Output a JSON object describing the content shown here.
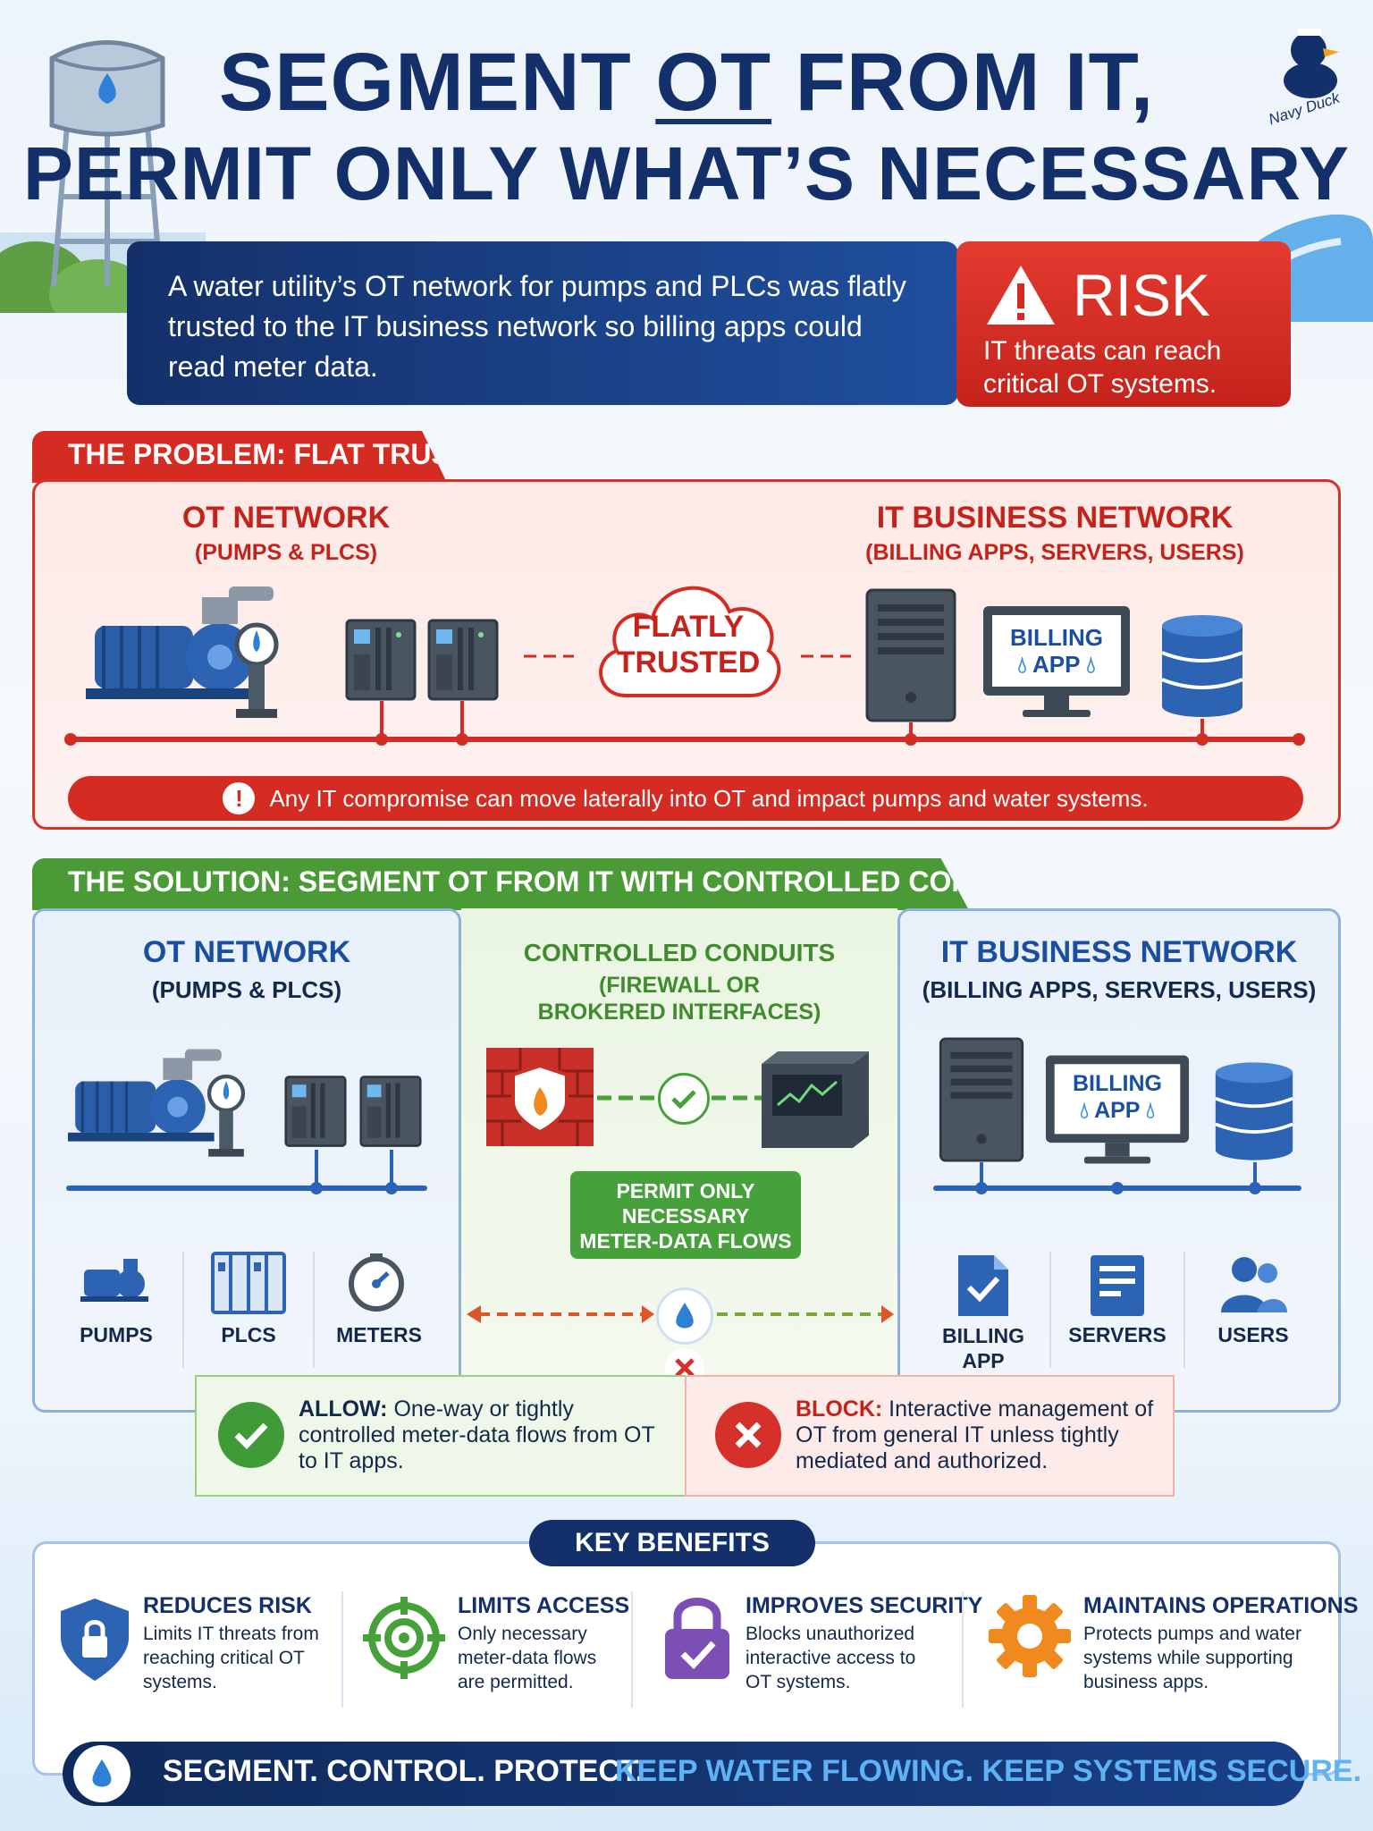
{
  "title": {
    "line1_a": "SEGMENT ",
    "line1_ot": "OT",
    "line1_b": " FROM IT,",
    "line2": "PERMIT ONLY WHAT’S NECESSARY"
  },
  "logo": {
    "text": "Navy Duck"
  },
  "intro": {
    "text": "A water utility’s OT network for pumps and PLCs was flatly trusted to the IT business network so billing apps could read meter data."
  },
  "risk": {
    "title": "RISK",
    "text": "IT threats can reach critical OT systems."
  },
  "problem": {
    "tab": "THE PROBLEM: FLAT TRUST",
    "ot_title": "OT NETWORK",
    "ot_sub": "(PUMPS & PLCS)",
    "it_title": "IT BUSINESS NETWORK",
    "it_sub": "(BILLING APPS, SERVERS, USERS)",
    "cloud_line1": "FLATLY",
    "cloud_line2": "TRUSTED",
    "billing_line1": "BILLING",
    "billing_line2": "APP",
    "warning": "Any IT compromise can move laterally into OT and impact pumps and water systems."
  },
  "solution": {
    "tab": "THE SOLUTION: SEGMENT OT FROM IT WITH CONTROLLED CONDUITS",
    "ot_title": "OT NETWORK",
    "ot_sub": "(PUMPS & PLCS)",
    "conduit_title": "CONTROLLED CONDUITS",
    "conduit_sub1": "(FIREWALL OR",
    "conduit_sub2": "BROKERED INTERFACES)",
    "it_title": "IT BUSINESS NETWORK",
    "it_sub": "(BILLING APPS, SERVERS, USERS)",
    "permit_line1": "PERMIT ONLY",
    "permit_line2": "NECESSARY",
    "permit_line3": "METER-DATA FLOWS",
    "billing_line1": "BILLING",
    "billing_line2": "APP",
    "ot_items": [
      "PUMPS",
      "PLCS",
      "METERS"
    ],
    "it_items": [
      "BILLING APP",
      "SERVERS",
      "USERS"
    ],
    "allow_label": "ALLOW:",
    "allow_text": " One-way or tightly controlled meter-data flows from OT to IT apps.",
    "block_label": "BLOCK:",
    "block_text": " Interactive management of OT from general IT unless tightly mediated and authorized."
  },
  "benefits": {
    "pill": "KEY BENEFITS",
    "items": [
      {
        "title": "REDUCES RISK",
        "text": "Limits IT threats from reaching critical OT systems."
      },
      {
        "title": "LIMITS ACCESS",
        "text": "Only necessary meter-data flows are permitted."
      },
      {
        "title": "IMPROVES SECURITY",
        "text": "Blocks unauthorized interactive access to OT systems."
      },
      {
        "title": "MAINTAINS OPERATIONS",
        "text": "Protects pumps and water systems while supporting business apps."
      }
    ]
  },
  "footer": {
    "left": "SEGMENT. CONTROL. PROTECT.",
    "right": "KEEP WATER FLOWING. KEEP SYSTEMS SECURE."
  },
  "colors": {
    "navy": "#14306a",
    "red": "#d42b22",
    "green": "#4a9a36",
    "blue": "#2a62b8"
  }
}
